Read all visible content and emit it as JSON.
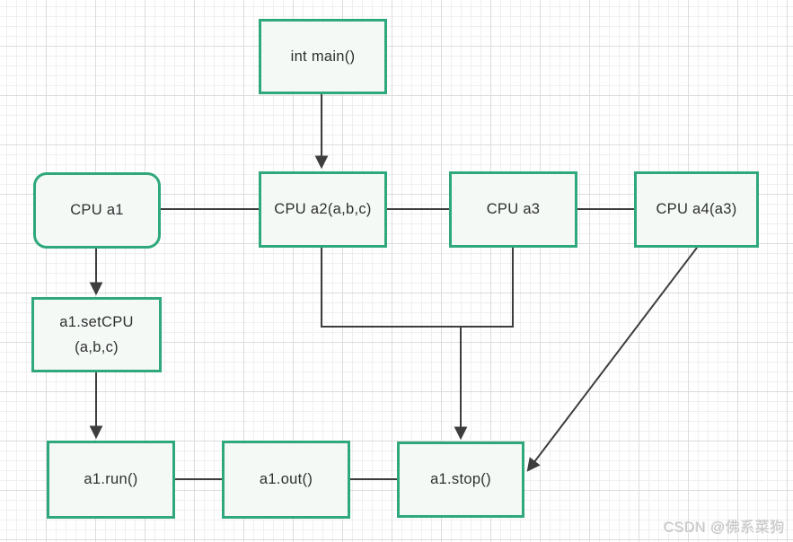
{
  "diagram": {
    "nodes": [
      {
        "id": "int-main",
        "label": "int main()"
      },
      {
        "id": "cpu-a1",
        "label": "CPU a1"
      },
      {
        "id": "cpu-a2",
        "label": "CPU a2(a,b,c)"
      },
      {
        "id": "cpu-a3",
        "label": "CPU a3"
      },
      {
        "id": "cpu-a4",
        "label": "CPU a4(a3)"
      },
      {
        "id": "a1-setcpu",
        "label": "a1.setCPU\n(a,b,c)"
      },
      {
        "id": "a1-run",
        "label": "a1.run()"
      },
      {
        "id": "a1-out",
        "label": "a1.out()"
      },
      {
        "id": "a1-stop",
        "label": "a1.stop()"
      }
    ],
    "edges": [
      {
        "from": "int main()",
        "to": "CPU a2(a,b,c)",
        "arrow": true
      },
      {
        "from": "CPU a1",
        "to": "CPU a2(a,b,c)",
        "arrow": false
      },
      {
        "from": "CPU a2(a,b,c)",
        "to": "CPU a3",
        "arrow": false
      },
      {
        "from": "CPU a3",
        "to": "CPU a4(a3)",
        "arrow": false
      },
      {
        "from": "CPU a1",
        "to": "a1.setCPU (a,b,c)",
        "arrow": true
      },
      {
        "from": "a1.setCPU (a,b,c)",
        "to": "a1.run()",
        "arrow": true
      },
      {
        "from": "a1.run()",
        "to": "a1.out()",
        "arrow": false
      },
      {
        "from": "a1.out()",
        "to": "a1.stop()",
        "arrow": false
      },
      {
        "from": "CPU a2(a,b,c) & CPU a3",
        "to": "a1.stop()",
        "arrow": true
      },
      {
        "from": "CPU a4(a3)",
        "to": "a1.stop()",
        "arrow": true
      }
    ],
    "colors": {
      "node_border": "#2fa87c",
      "node_fill": "#f4f9f6",
      "edge": "#3d3d3d",
      "text": "#2f2f2f"
    }
  },
  "watermark": {
    "text": "CSDN @佛系菜狗"
  }
}
